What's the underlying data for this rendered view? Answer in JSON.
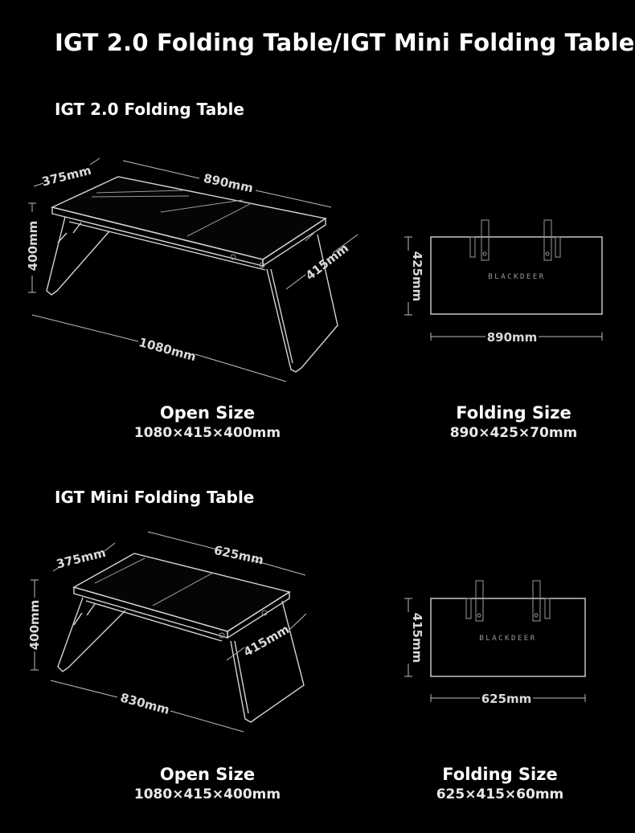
{
  "title": "IGT 2.0 Folding Table/IGT Mini Folding Table",
  "tables": [
    {
      "section_title": "IGT 2.0 Folding Table",
      "dims": {
        "depth": "375mm",
        "width": "890mm",
        "height": "400mm",
        "leg_depth": "415mm",
        "overall_length": "1080mm",
        "folded_height": "425mm",
        "folded_width": "890mm"
      },
      "logo": "BLACKDEER",
      "open": {
        "label": "Open Size",
        "value": "1080×415×400mm"
      },
      "folding": {
        "label": "Folding Size",
        "value": "890×425×70mm"
      }
    },
    {
      "section_title": "IGT Mini Folding Table",
      "dims": {
        "depth": "375mm",
        "width": "625mm",
        "height": "400mm",
        "leg_depth": "415mm",
        "overall_length": "830mm",
        "folded_height": "415mm",
        "folded_width": "625mm"
      },
      "logo": "BLACKDEER",
      "open": {
        "label": "Open Size",
        "value": "1080×415×400mm"
      },
      "folding": {
        "label": "Folding Size",
        "value": "625×415×60mm"
      }
    }
  ]
}
